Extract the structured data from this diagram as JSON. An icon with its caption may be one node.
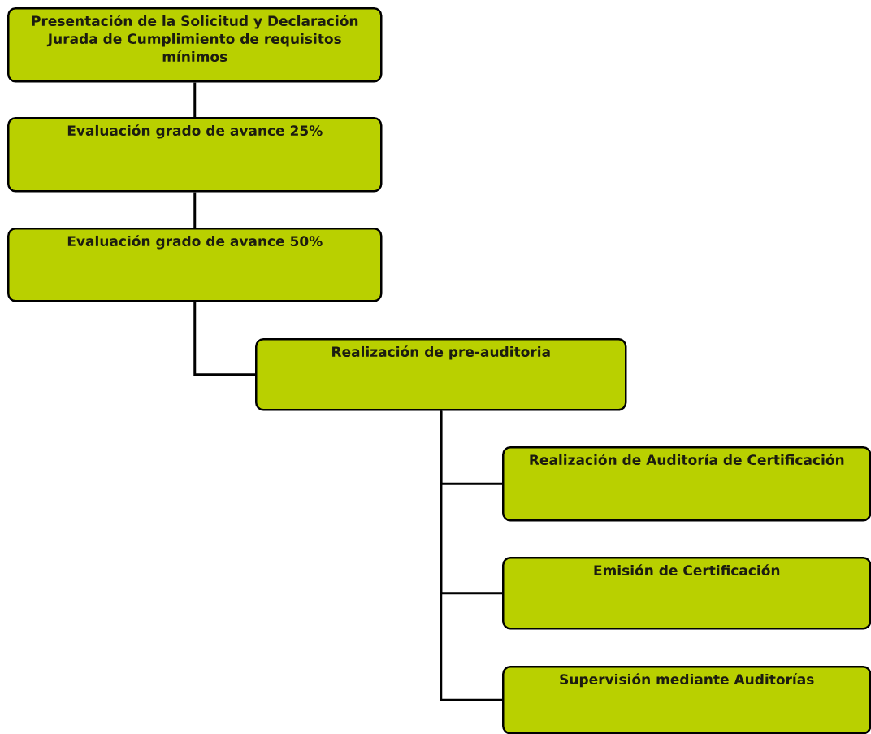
{
  "diagram": {
    "nodes": [
      {
        "text": [
          "Presentación de la Solicitud y Declaración Jurada de Cumplimiento de requisitos mínimos"
        ]
      },
      {
        "text": [
          "Evaluación grado de avance 25%"
        ]
      },
      {
        "text": [
          "Evaluación grado de avance 50%"
        ]
      },
      {
        "text": [
          "Realización de pre-auditoria"
        ]
      },
      {
        "text": [
          "Realización de Auditoría de Certificación"
        ]
      },
      {
        "text": [
          "Emisión de Certificación"
        ]
      },
      {
        "text": [
          "Supervisión mediante Auditorías"
        ]
      }
    ],
    "edges": [
      {
        "from": 0,
        "to": 1,
        "arrow": "none"
      },
      {
        "from": 1,
        "to": 2,
        "arrow": "none"
      },
      {
        "from": 2,
        "to": 3,
        "arrow": "none"
      },
      {
        "from": 3,
        "to": 4,
        "arrow": "none"
      },
      {
        "from": 3,
        "to": 5,
        "arrow": "none"
      },
      {
        "from": 3,
        "to": 6,
        "arrow": "none"
      }
    ]
  }
}
